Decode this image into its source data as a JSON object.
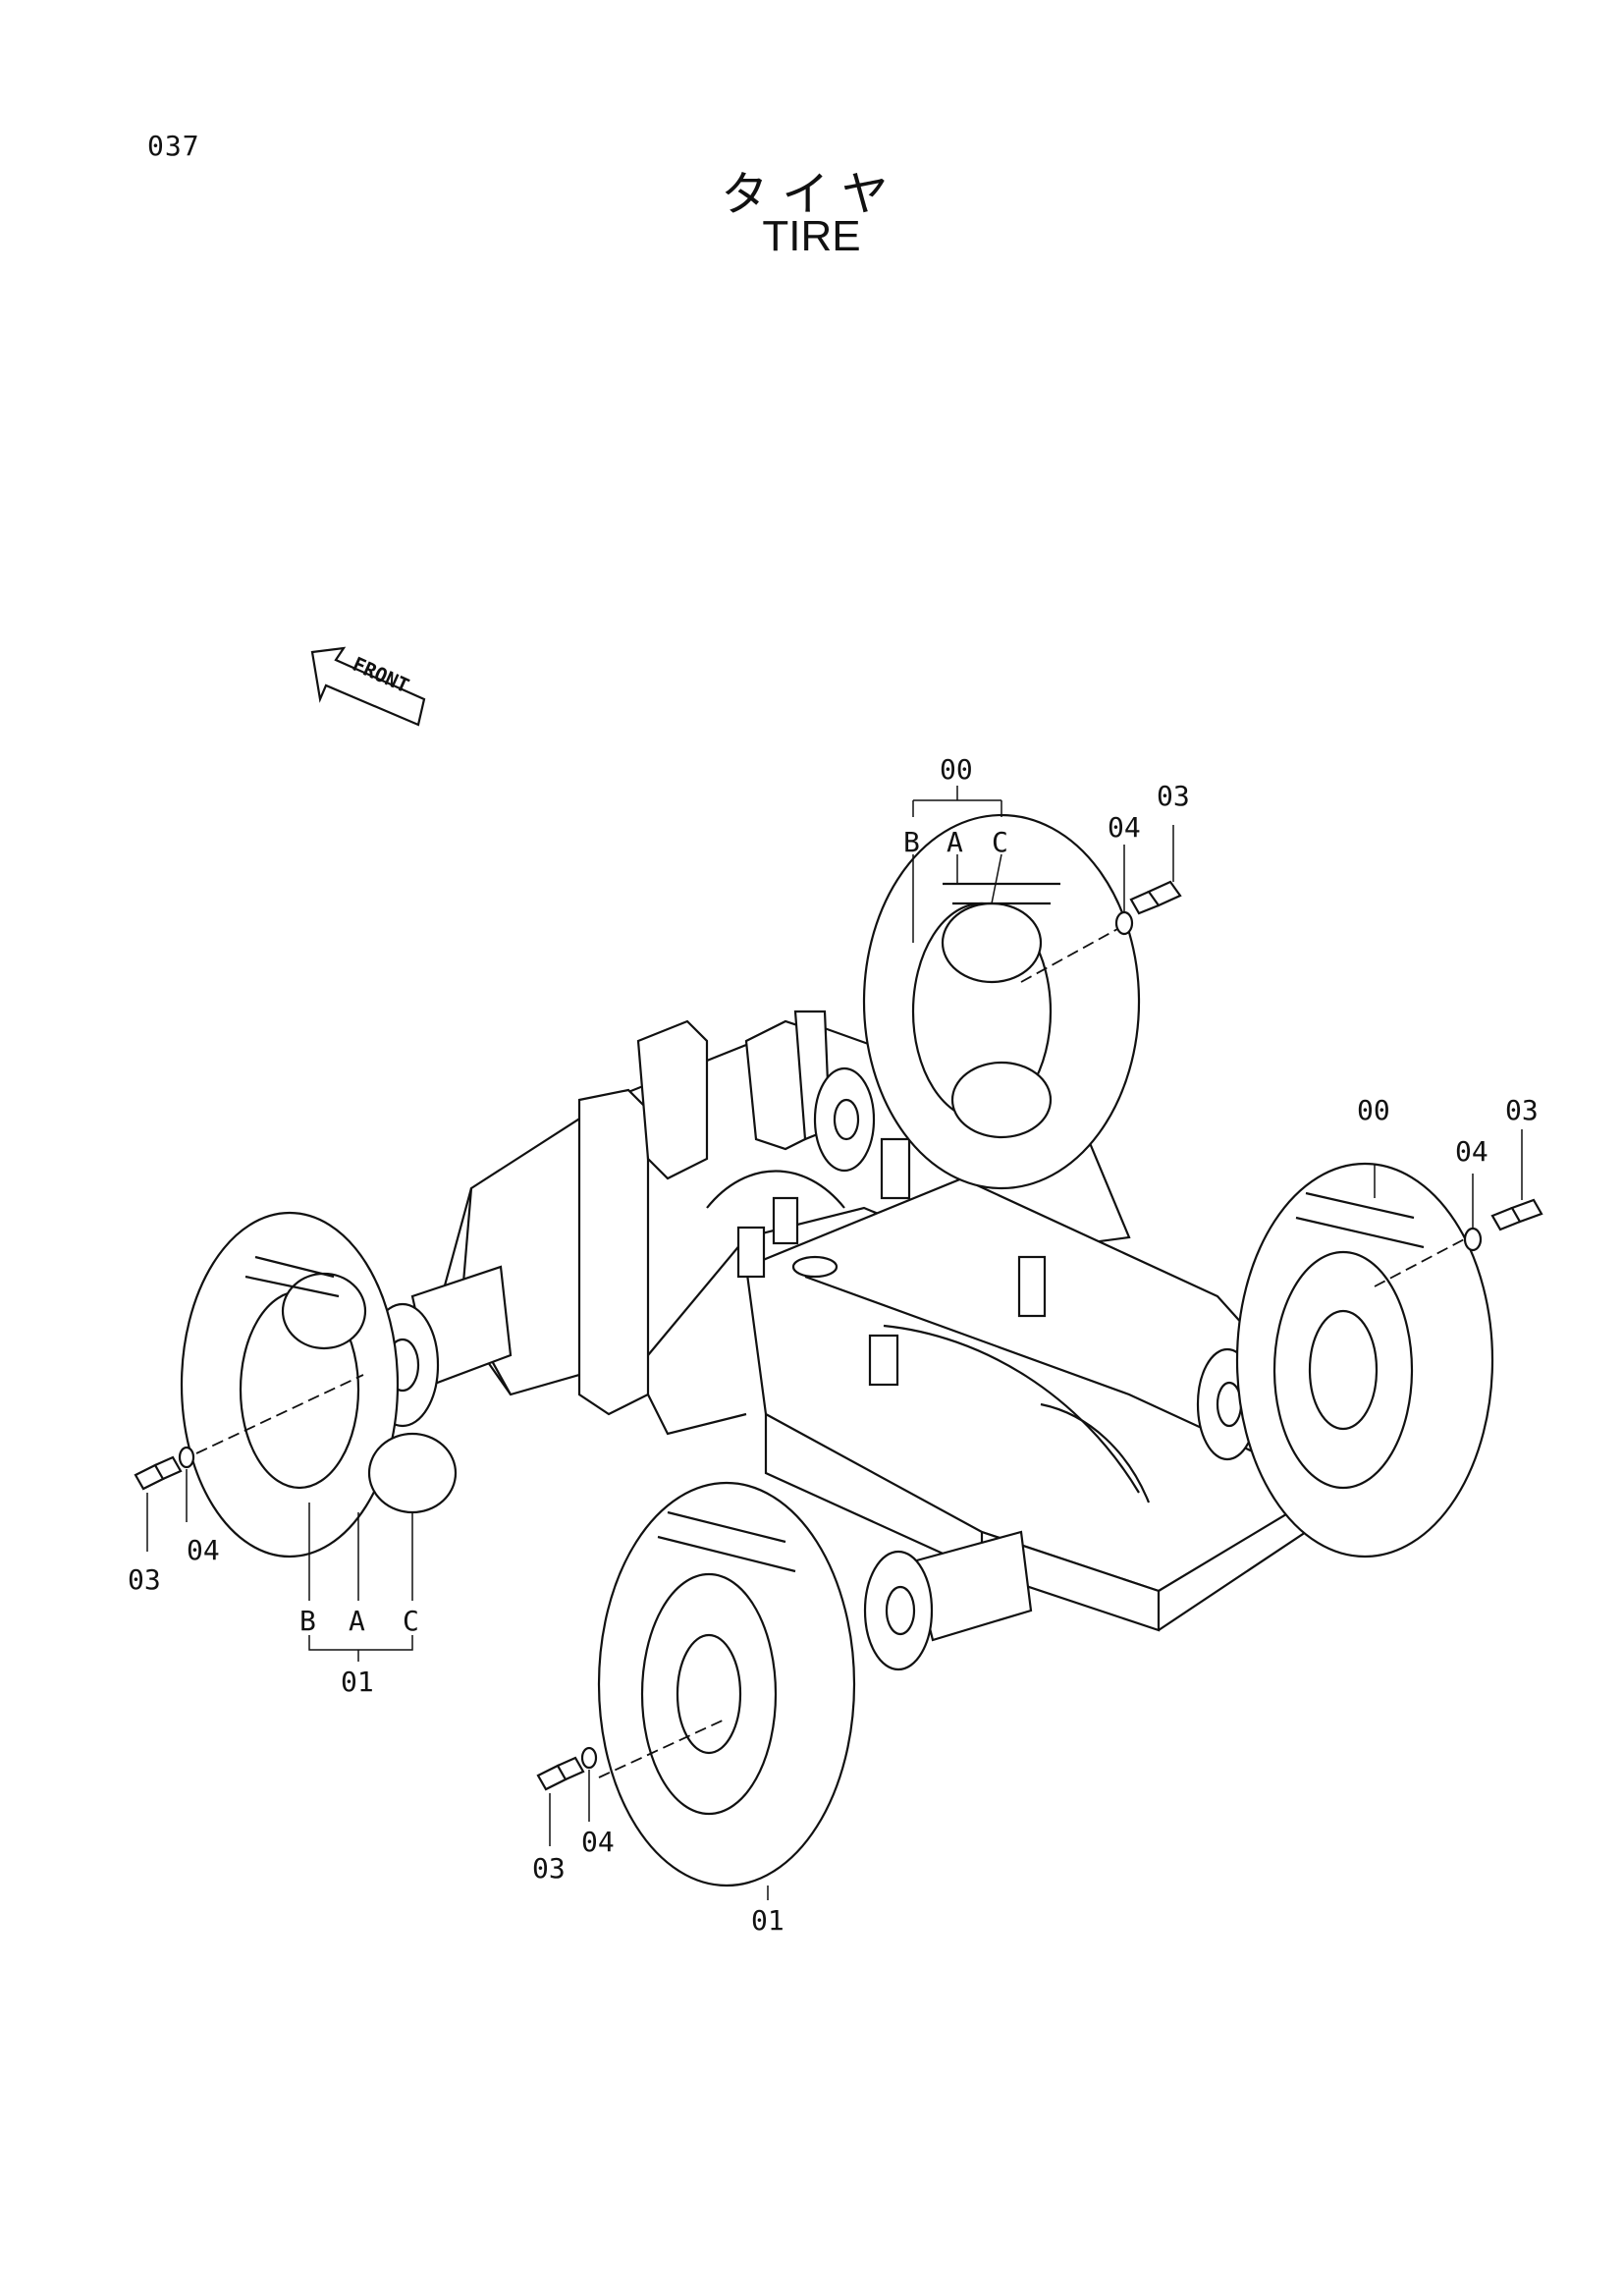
{
  "page_number": "037",
  "title_jp": "タイヤ",
  "title_en": "TIRE",
  "front_label": "FRONT",
  "callouts": {
    "top_right_assembly": "00",
    "top_right_b": "B",
    "top_right_a": "A",
    "top_right_c": "C",
    "top_right_washer": "04",
    "top_right_bolt": "03",
    "right_tire": "00",
    "right_washer": "04",
    "right_bolt": "03",
    "left_bolt": "03",
    "left_washer": "04",
    "left_b": "B",
    "left_a": "A",
    "left_c": "C",
    "left_assembly": "01",
    "bottom_bolt": "03",
    "bottom_washer": "04",
    "bottom_tire": "01"
  }
}
